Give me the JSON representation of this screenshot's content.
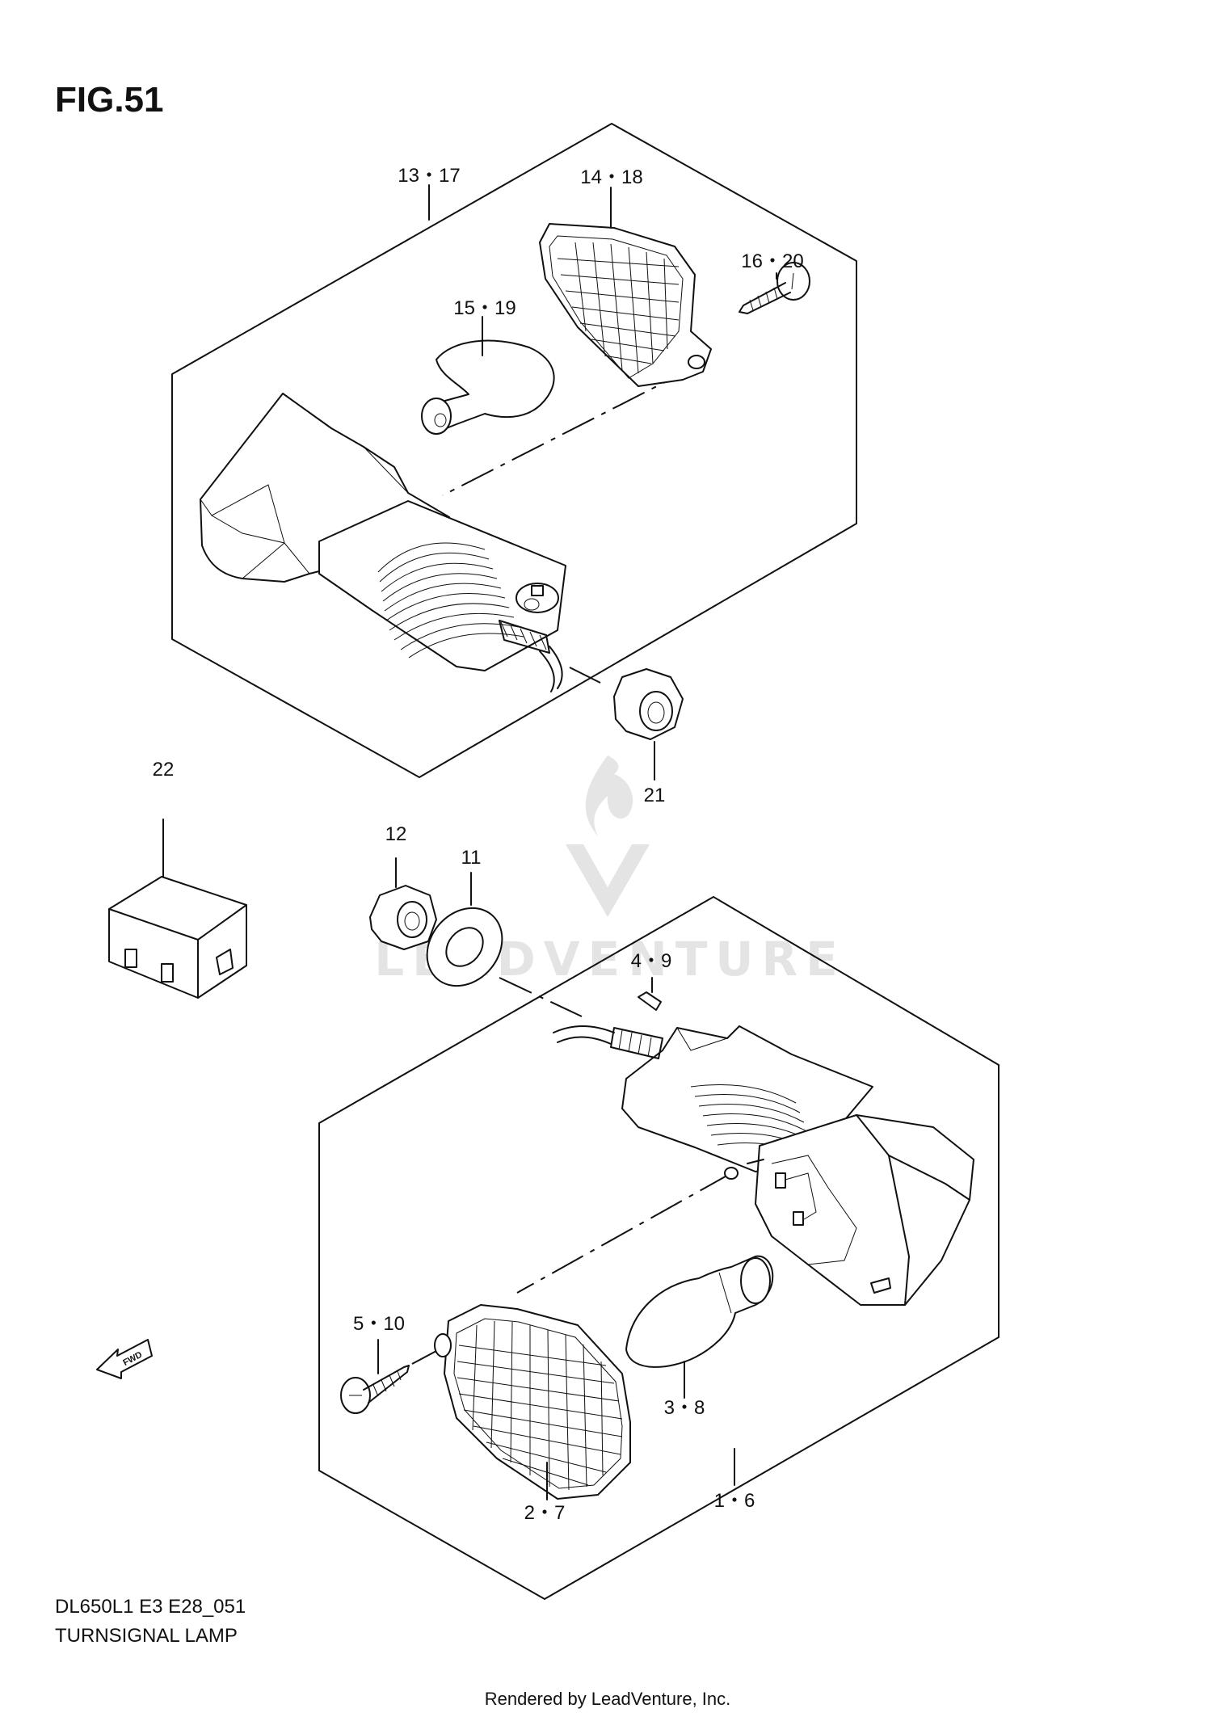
{
  "figure": {
    "title": "FIG.51",
    "model_code": "DL650L1 E3 E28_051",
    "caption": "TURNSIGNAL LAMP"
  },
  "callouts": {
    "c13_17": "13・17",
    "c14_18": "14・18",
    "c16_20": "16・20",
    "c15_19": "15・19",
    "c21": "21",
    "c22": "22",
    "c12": "12",
    "c11": "11",
    "c4_9": "4・9",
    "c5_10": "5・10",
    "c3_8": "3・8",
    "c2_7": "2・7",
    "c1_6": "1・6"
  },
  "direction_marker": {
    "label": "FWD",
    "icon": "fwd-arrow-icon"
  },
  "watermark": {
    "text": "LEADVENTURE",
    "icon": "flame-logo-icon"
  },
  "footer": {
    "rendered_by": "Rendered by LeadVenture, Inc."
  },
  "colors": {
    "line": "#111111",
    "background": "#ffffff",
    "watermark": "#d9d9d9"
  }
}
